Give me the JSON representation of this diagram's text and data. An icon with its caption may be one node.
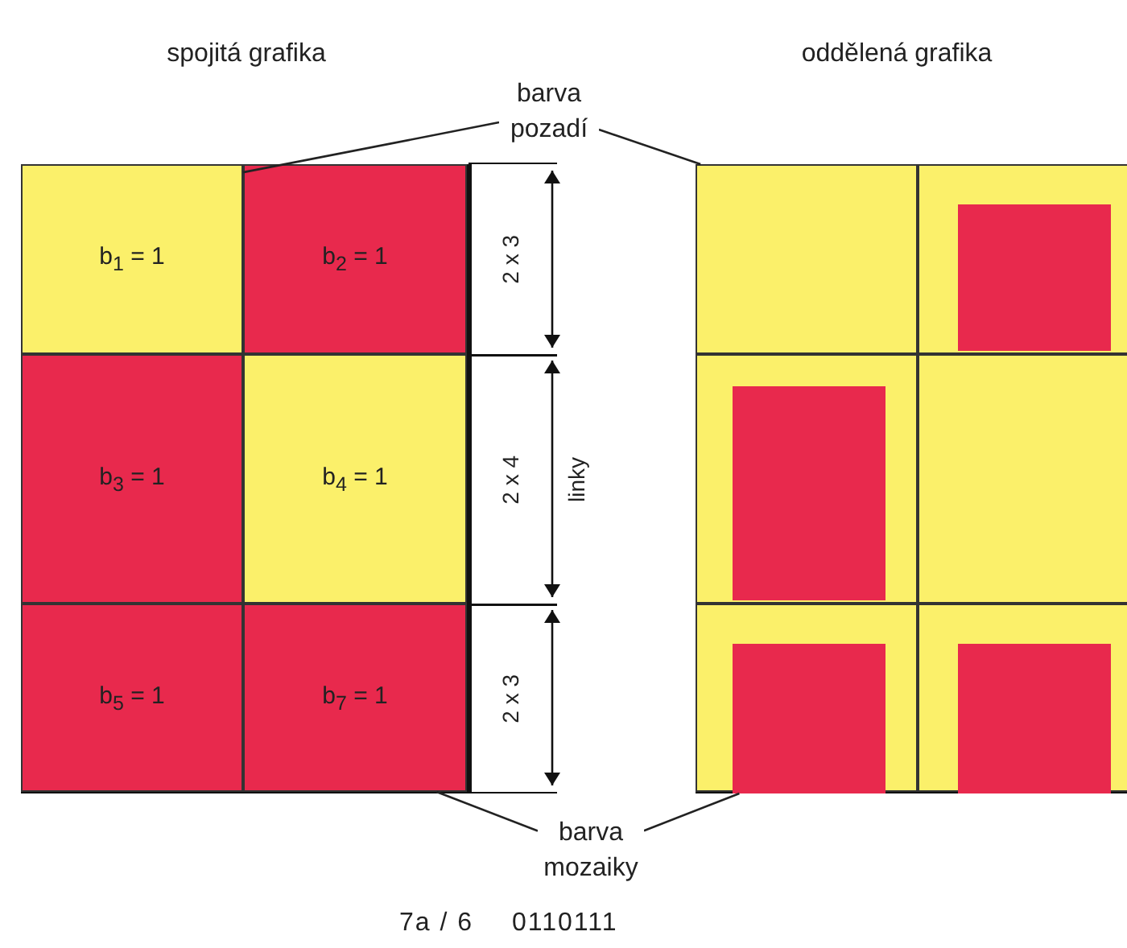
{
  "diagram": {
    "nodes": [
      {
        "text": [
          "spojitá grafika"
        ]
      },
      {
        "text": [
          "b$_{1}$ = 1"
        ],
        "in": 0
      },
      {
        "text": [
          "b$_{2}$ = 1"
        ],
        "in": 0
      },
      {
        "text": [
          "b$_{3}$ = 1"
        ],
        "in": 0
      },
      {
        "text": [
          "b$_{4}$ = 1"
        ],
        "in": 0
      },
      {
        "text": [
          "b$_{5}$ = 1"
        ],
        "in": 0
      },
      {
        "text": [
          "b$_{7}$ = 1"
        ],
        "in": 0
      },
      {
        "text": [
          "oddělená grafika"
        ]
      },
      {
        "text": [],
        "shape": "box",
        "in": 7
      },
      {
        "text": [],
        "shape": "box",
        "in": 7
      },
      {
        "text": [],
        "shape": "box",
        "in": 7
      },
      {
        "text": [],
        "shape": "box",
        "in": 7
      },
      {
        "text": [],
        "shape": "box",
        "in": 7
      },
      {
        "text": [],
        "shape": "box",
        "in": 7
      },
      {
        "text": [],
        "shape": "box",
        "in": 9
      },
      {
        "text": [],
        "shape": "box",
        "in": 10
      },
      {
        "text": [],
        "shape": "box",
        "in": 12
      },
      {
        "text": [],
        "shape": "box",
        "in": 13
      },
      {
        "text": [
          "barva pozadí"
        ]
      },
      {
        "text": [
          "barva mozaiky"
        ]
      }
    ],
    "edges": [
      {
        "from": 18,
        "to": 1,
        "arrow": "none"
      },
      {
        "from": 18,
        "to": 8,
        "arrow": "none"
      },
      {
        "from": 19,
        "to": 6,
        "arrow": "none"
      },
      {
        "from": 19,
        "to": 16,
        "arrow": "none"
      }
    ],
    "labels": [
      "2 x 3",
      "2 x 4",
      "linky",
      "2 x 3",
      "7a / 6",
      "0110111"
    ]
  }
}
